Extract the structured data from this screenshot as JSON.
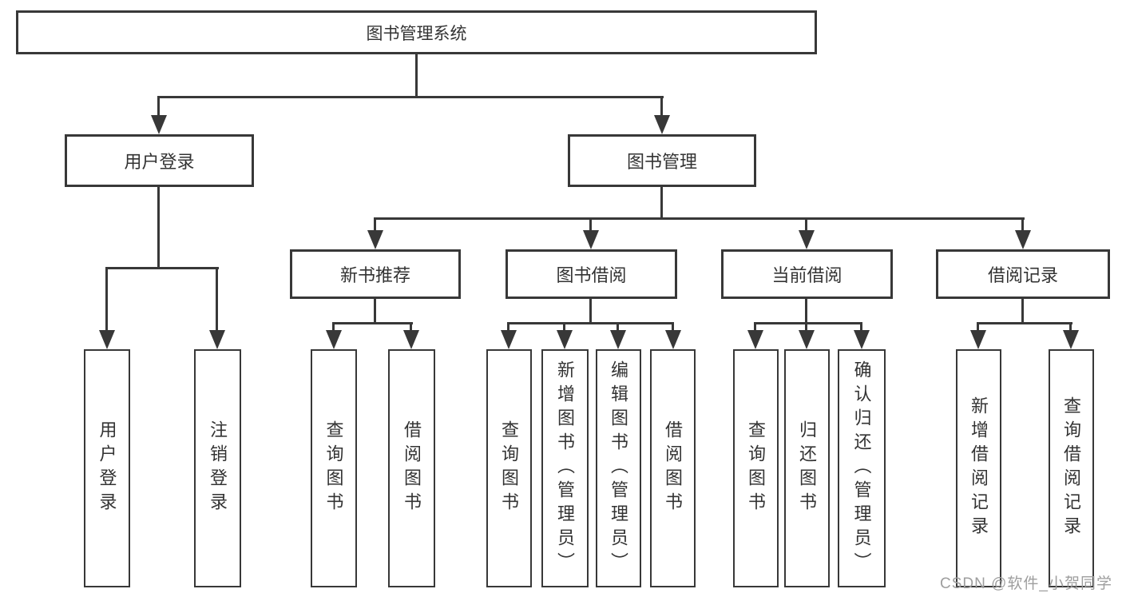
{
  "tree": {
    "root": "图书管理系统",
    "branches": [
      {
        "label": "用户登录",
        "children": [
          "用户登录",
          "注销登录"
        ]
      },
      {
        "label": "图书管理",
        "children": [
          {
            "label": "新书推荐",
            "children": [
              "查询图书",
              "借阅图书"
            ]
          },
          {
            "label": "图书借阅",
            "children": [
              "查询图书",
              "新增图书（管理员）",
              "编辑图书（管理员）",
              "借阅图书"
            ]
          },
          {
            "label": "当前借阅",
            "children": [
              "查询图书",
              "归还图书",
              "确认归还（管理员）"
            ]
          },
          {
            "label": "借阅记录",
            "children": [
              "新增借阅记录",
              "查询借阅记录"
            ]
          }
        ]
      }
    ]
  },
  "watermark": "CSDN @软件_小贺同学",
  "colors": {
    "line": "#383838",
    "text": "#333333",
    "watermark": "#9e9e9e",
    "background": "#ffffff"
  }
}
